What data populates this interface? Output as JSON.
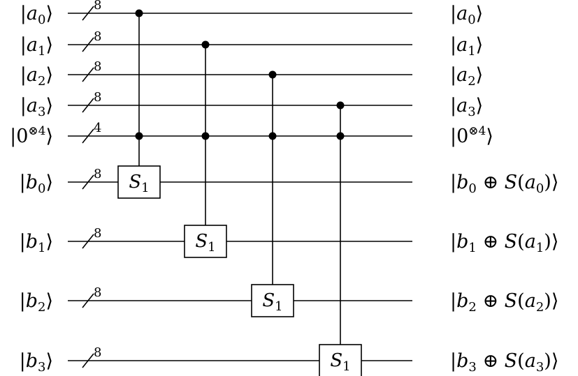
{
  "inputs": [
    {
      "base": "a",
      "sub": "0",
      "tensor": "",
      "sup": ""
    },
    {
      "base": "a",
      "sub": "1",
      "tensor": "",
      "sup": ""
    },
    {
      "base": "a",
      "sub": "2",
      "tensor": "",
      "sup": ""
    },
    {
      "base": "a",
      "sub": "3",
      "tensor": "",
      "sup": ""
    },
    {
      "base": "",
      "sub": "",
      "tensor": "0",
      "sup": "⊗4"
    },
    {
      "base": "b",
      "sub": "0",
      "tensor": "",
      "sup": ""
    },
    {
      "base": "b",
      "sub": "1",
      "tensor": "",
      "sup": ""
    },
    {
      "base": "b",
      "sub": "2",
      "tensor": "",
      "sup": ""
    },
    {
      "base": "b",
      "sub": "3",
      "tensor": "",
      "sup": ""
    }
  ],
  "outputs": [
    {
      "kind": "plain",
      "base": "a",
      "sub": "0"
    },
    {
      "kind": "plain",
      "base": "a",
      "sub": "1"
    },
    {
      "kind": "plain",
      "base": "a",
      "sub": "2"
    },
    {
      "kind": "plain",
      "base": "a",
      "sub": "3"
    },
    {
      "kind": "tensor",
      "tensor": "0",
      "sup": "⊗4"
    },
    {
      "kind": "xor",
      "base": "b",
      "sub": "0",
      "op": "⊕",
      "fn": "S",
      "arg": "a",
      "argsub": "0"
    },
    {
      "kind": "xor",
      "base": "b",
      "sub": "1",
      "op": "⊕",
      "fn": "S",
      "arg": "a",
      "argsub": "1"
    },
    {
      "kind": "xor",
      "base": "b",
      "sub": "2",
      "op": "⊕",
      "fn": "S",
      "arg": "a",
      "argsub": "2"
    },
    {
      "kind": "xor",
      "base": "b",
      "sub": "3",
      "op": "⊕",
      "fn": "S",
      "arg": "a",
      "argsub": "3"
    }
  ],
  "register_widths": [
    "8",
    "8",
    "8",
    "8",
    "4",
    "8",
    "8",
    "8",
    "8"
  ],
  "gates": [
    {
      "label": "S",
      "sub": "1",
      "controls": [
        0,
        4
      ],
      "target": 5
    },
    {
      "label": "S",
      "sub": "1",
      "controls": [
        1,
        4
      ],
      "target": 6
    },
    {
      "label": "S",
      "sub": "1",
      "controls": [
        2,
        4
      ],
      "target": 7
    },
    {
      "label": "S",
      "sub": "1",
      "controls": [
        3,
        4
      ],
      "target": 8
    }
  ]
}
